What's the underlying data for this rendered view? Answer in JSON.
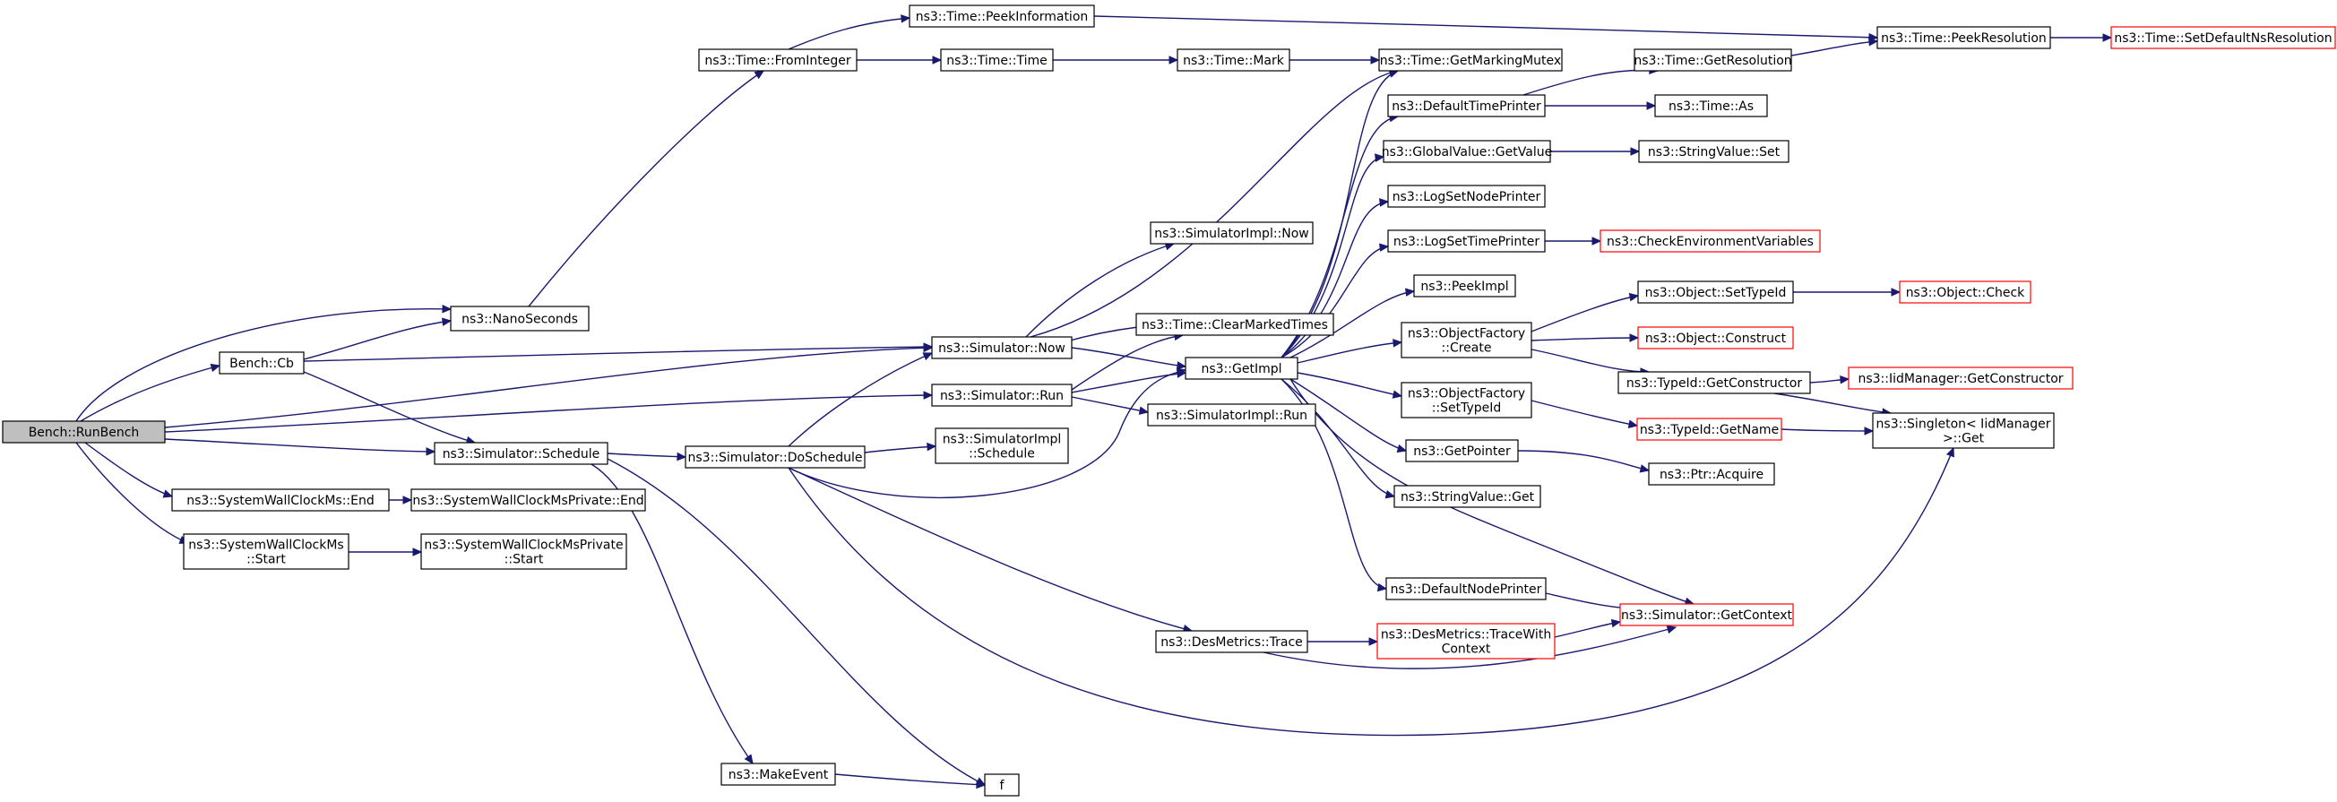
{
  "graph": {
    "nodes": [
      {
        "id": "runbench",
        "label": [
          "Bench::RunBench"
        ],
        "style": "root"
      },
      {
        "id": "cb",
        "label": [
          "Bench::Cb"
        ],
        "style": "normal"
      },
      {
        "id": "nanoseconds",
        "label": [
          "ns3::NanoSeconds"
        ],
        "style": "normal"
      },
      {
        "id": "fromint",
        "label": [
          "ns3::Time::FromInteger"
        ],
        "style": "normal"
      },
      {
        "id": "peekinfo",
        "label": [
          "ns3::Time::PeekInformation"
        ],
        "style": "normal"
      },
      {
        "id": "timetime",
        "label": [
          "ns3::Time::Time"
        ],
        "style": "normal"
      },
      {
        "id": "mark",
        "label": [
          "ns3::Time::Mark"
        ],
        "style": "normal"
      },
      {
        "id": "markmutex",
        "label": [
          "ns3::Time::GetMarkingMutex"
        ],
        "style": "normal"
      },
      {
        "id": "peekres",
        "label": [
          "ns3::Time::PeekResolution"
        ],
        "style": "normal"
      },
      {
        "id": "setdefres",
        "label": [
          "ns3::Time::SetDefaultNsResolution"
        ],
        "style": "truncated"
      },
      {
        "id": "getres",
        "label": [
          "ns3::Time::GetResolution"
        ],
        "style": "normal"
      },
      {
        "id": "deftimeprinter",
        "label": [
          "ns3::DefaultTimePrinter"
        ],
        "style": "normal"
      },
      {
        "id": "timeas",
        "label": [
          "ns3::Time::As"
        ],
        "style": "normal"
      },
      {
        "id": "gvgetvalue",
        "label": [
          "ns3::GlobalValue::GetValue"
        ],
        "style": "normal"
      },
      {
        "id": "strvalset",
        "label": [
          "ns3::StringValue::Set"
        ],
        "style": "normal"
      },
      {
        "id": "logsetnode",
        "label": [
          "ns3::LogSetNodePrinter"
        ],
        "style": "normal"
      },
      {
        "id": "logsettime",
        "label": [
          "ns3::LogSetTimePrinter"
        ],
        "style": "normal"
      },
      {
        "id": "checkenv",
        "label": [
          "ns3::CheckEnvironmentVariables"
        ],
        "style": "truncated"
      },
      {
        "id": "simimplnow",
        "label": [
          "ns3::SimulatorImpl::Now"
        ],
        "style": "normal"
      },
      {
        "id": "peekimpl",
        "label": [
          "ns3::PeekImpl"
        ],
        "style": "normal"
      },
      {
        "id": "objsettypeid",
        "label": [
          "ns3::Object::SetTypeId"
        ],
        "style": "normal"
      },
      {
        "id": "objcheck",
        "label": [
          "ns3::Object::Check"
        ],
        "style": "truncated"
      },
      {
        "id": "clearmarked",
        "label": [
          "ns3::Time::ClearMarkedTimes"
        ],
        "style": "normal"
      },
      {
        "id": "objfactcreate",
        "label": [
          "ns3::ObjectFactory",
          "::Create"
        ],
        "style": "normal"
      },
      {
        "id": "objconstruct",
        "label": [
          "ns3::Object::Construct"
        ],
        "style": "truncated"
      },
      {
        "id": "simnow",
        "label": [
          "ns3::Simulator::Now"
        ],
        "style": "normal"
      },
      {
        "id": "getimpl",
        "label": [
          "ns3::GetImpl"
        ],
        "style": "normal"
      },
      {
        "id": "typeidgetcons",
        "label": [
          "ns3::TypeId::GetConstructor"
        ],
        "style": "normal"
      },
      {
        "id": "iidmgrgetcons",
        "label": [
          "ns3::IidManager::GetConstructor"
        ],
        "style": "truncated"
      },
      {
        "id": "simrun",
        "label": [
          "ns3::Simulator::Run"
        ],
        "style": "normal"
      },
      {
        "id": "objfactsettypeid",
        "label": [
          "ns3::ObjectFactory",
          "::SetTypeId"
        ],
        "style": "normal"
      },
      {
        "id": "simimplrun",
        "label": [
          "ns3::SimulatorImpl::Run"
        ],
        "style": "normal"
      },
      {
        "id": "typeidgetname",
        "label": [
          "ns3::TypeId::GetName"
        ],
        "style": "truncated"
      },
      {
        "id": "singletonget",
        "label": [
          "ns3::Singleton< IidManager",
          ">::Get"
        ],
        "style": "normal"
      },
      {
        "id": "simschedule",
        "label": [
          "ns3::Simulator::Schedule"
        ],
        "style": "normal"
      },
      {
        "id": "simdoschedule",
        "label": [
          "ns3::Simulator::DoSchedule"
        ],
        "style": "normal"
      },
      {
        "id": "simimplschedule",
        "label": [
          "ns3::SimulatorImpl",
          "::Schedule"
        ],
        "style": "normal"
      },
      {
        "id": "getpointer",
        "label": [
          "ns3::GetPointer"
        ],
        "style": "normal"
      },
      {
        "id": "ptracquire",
        "label": [
          "ns3::Ptr::Acquire"
        ],
        "style": "normal"
      },
      {
        "id": "wallend",
        "label": [
          "ns3::SystemWallClockMs::End"
        ],
        "style": "normal"
      },
      {
        "id": "wallprivend",
        "label": [
          "ns3::SystemWallClockMsPrivate::End"
        ],
        "style": "normal"
      },
      {
        "id": "strvalget",
        "label": [
          "ns3::StringValue::Get"
        ],
        "style": "normal"
      },
      {
        "id": "wallstart",
        "label": [
          "ns3::SystemWallClockMs",
          "::Start"
        ],
        "style": "normal"
      },
      {
        "id": "wallprivstart",
        "label": [
          "ns3::SystemWallClockMsPrivate",
          "::Start"
        ],
        "style": "normal"
      },
      {
        "id": "defnodeprinter",
        "label": [
          "ns3::DefaultNodePrinter"
        ],
        "style": "normal"
      },
      {
        "id": "simgetcontext",
        "label": [
          "ns3::Simulator::GetContext"
        ],
        "style": "truncated"
      },
      {
        "id": "destrace",
        "label": [
          "ns3::DesMetrics::Trace"
        ],
        "style": "normal"
      },
      {
        "id": "destracectx",
        "label": [
          "ns3::DesMetrics::TraceWith",
          "Context"
        ],
        "style": "truncated"
      },
      {
        "id": "makeevent",
        "label": [
          "ns3::MakeEvent"
        ],
        "style": "normal"
      },
      {
        "id": "f",
        "label": [
          "f"
        ],
        "style": "normal"
      }
    ]
  }
}
